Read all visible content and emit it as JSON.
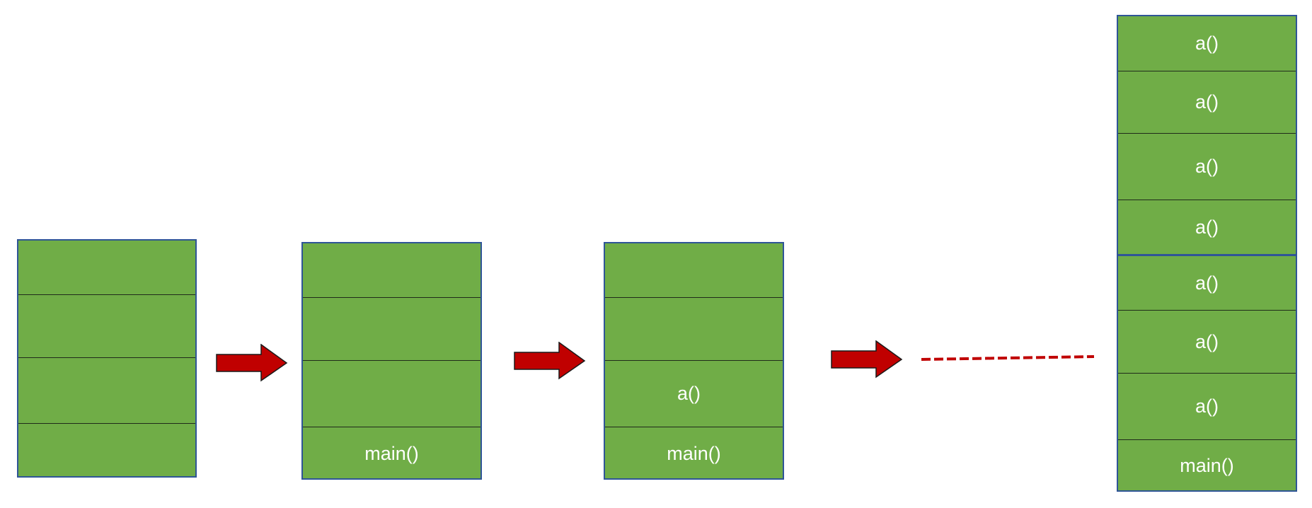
{
  "colors": {
    "frame_fill": "#70ad47",
    "frame_border": "#2f5597",
    "arrow_fill": "#c00000",
    "dash_color": "#c00000",
    "label_color": "#ffffff"
  },
  "stacks": [
    {
      "frames": [
        "",
        "",
        "",
        ""
      ]
    },
    {
      "frames": [
        "",
        "",
        "",
        "main()"
      ]
    },
    {
      "frames": [
        "",
        "",
        "a()",
        "main()"
      ]
    },
    {
      "frames": [
        "a()",
        "a()",
        "a()",
        "a()",
        "a()",
        "a()",
        "a()",
        "main()"
      ]
    }
  ]
}
